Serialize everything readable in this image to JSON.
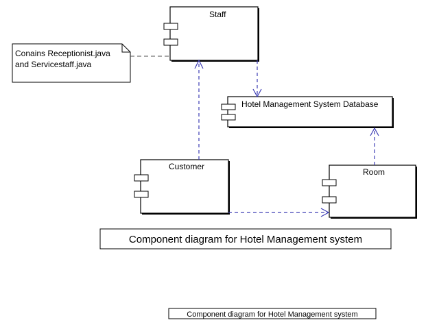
{
  "components": {
    "staff": {
      "label": "Staff"
    },
    "database": {
      "label": "Hotel Management System Database"
    },
    "customer": {
      "label": "Customer"
    },
    "room": {
      "label": "Room"
    }
  },
  "note": {
    "line1": "Conains Receptionist.java",
    "line2": "and Servicestaff.java"
  },
  "captions": {
    "main": "Component diagram for Hotel Management system",
    "small": "Component diagram for Hotel Management system"
  },
  "colors": {
    "dependency": "#3c3cb4",
    "outline": "#000000"
  }
}
